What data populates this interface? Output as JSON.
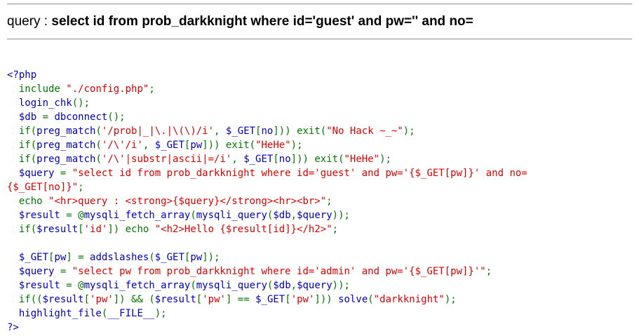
{
  "query": {
    "prefix": "query : ",
    "sql": "select id from prob_darkknight where id='guest' and pw='' and no="
  },
  "source": {
    "lines": [
      [
        {
          "t": "<?php",
          "c": "def"
        }
      ],
      [
        {
          "t": "  include ",
          "c": "kw"
        },
        {
          "t": "\"./config.php\"",
          "c": "str"
        },
        {
          "t": ";",
          "c": "kw"
        }
      ],
      [
        {
          "t": "  login_chk",
          "c": "def"
        },
        {
          "t": "();",
          "c": "kw"
        }
      ],
      [
        {
          "t": "  $db ",
          "c": "def"
        },
        {
          "t": "= ",
          "c": "kw"
        },
        {
          "t": "dbconnect",
          "c": "def"
        },
        {
          "t": "();",
          "c": "kw"
        }
      ],
      [
        {
          "t": "  if(",
          "c": "kw"
        },
        {
          "t": "preg_match",
          "c": "def"
        },
        {
          "t": "(",
          "c": "kw"
        },
        {
          "t": "'/prob|_|\\.|\\(\\)/i'",
          "c": "str"
        },
        {
          "t": ", ",
          "c": "kw"
        },
        {
          "t": "$_GET",
          "c": "def"
        },
        {
          "t": "[",
          "c": "kw"
        },
        {
          "t": "no",
          "c": "def"
        },
        {
          "t": "])) exit(",
          "c": "kw"
        },
        {
          "t": "\"No Hack ~_~\"",
          "c": "str"
        },
        {
          "t": ");",
          "c": "kw"
        }
      ],
      [
        {
          "t": "  if(",
          "c": "kw"
        },
        {
          "t": "preg_match",
          "c": "def"
        },
        {
          "t": "(",
          "c": "kw"
        },
        {
          "t": "'/\\'/i'",
          "c": "str"
        },
        {
          "t": ", ",
          "c": "kw"
        },
        {
          "t": "$_GET",
          "c": "def"
        },
        {
          "t": "[",
          "c": "kw"
        },
        {
          "t": "pw",
          "c": "def"
        },
        {
          "t": "])) exit(",
          "c": "kw"
        },
        {
          "t": "\"HeHe\"",
          "c": "str"
        },
        {
          "t": ");",
          "c": "kw"
        }
      ],
      [
        {
          "t": "  if(",
          "c": "kw"
        },
        {
          "t": "preg_match",
          "c": "def"
        },
        {
          "t": "(",
          "c": "kw"
        },
        {
          "t": "'/\\'|substr|ascii|=/i'",
          "c": "str"
        },
        {
          "t": ", ",
          "c": "kw"
        },
        {
          "t": "$_GET",
          "c": "def"
        },
        {
          "t": "[",
          "c": "kw"
        },
        {
          "t": "no",
          "c": "def"
        },
        {
          "t": "])) exit(",
          "c": "kw"
        },
        {
          "t": "\"HeHe\"",
          "c": "str"
        },
        {
          "t": ");",
          "c": "kw"
        }
      ],
      [
        {
          "t": "  $query ",
          "c": "def"
        },
        {
          "t": "= ",
          "c": "kw"
        },
        {
          "t": "\"select id from prob_darkknight where id='guest' and pw='{$_GET[pw]}' and no=",
          "c": "str"
        }
      ],
      [
        {
          "t": "{$_GET[no]}\"",
          "c": "str"
        },
        {
          "t": ";",
          "c": "kw"
        }
      ],
      [
        {
          "t": "  echo ",
          "c": "kw"
        },
        {
          "t": "\"<hr>query : <strong>{$query}</strong><hr><br>\"",
          "c": "str"
        },
        {
          "t": ";",
          "c": "kw"
        }
      ],
      [
        {
          "t": "  $result ",
          "c": "def"
        },
        {
          "t": "= @",
          "c": "kw"
        },
        {
          "t": "mysqli_fetch_array",
          "c": "def"
        },
        {
          "t": "(",
          "c": "kw"
        },
        {
          "t": "mysqli_query",
          "c": "def"
        },
        {
          "t": "(",
          "c": "kw"
        },
        {
          "t": "$db",
          "c": "def"
        },
        {
          "t": ",",
          "c": "kw"
        },
        {
          "t": "$query",
          "c": "def"
        },
        {
          "t": "));",
          "c": "kw"
        }
      ],
      [
        {
          "t": "  if(",
          "c": "kw"
        },
        {
          "t": "$result",
          "c": "def"
        },
        {
          "t": "[",
          "c": "kw"
        },
        {
          "t": "'id'",
          "c": "str"
        },
        {
          "t": "]) echo ",
          "c": "kw"
        },
        {
          "t": "\"<h2>Hello {$result[id]}</h2>\"",
          "c": "str"
        },
        {
          "t": ";",
          "c": "kw"
        }
      ],
      [
        {
          "t": " ",
          "c": "html"
        }
      ],
      [
        {
          "t": "  $_GET",
          "c": "def"
        },
        {
          "t": "[",
          "c": "kw"
        },
        {
          "t": "pw",
          "c": "def"
        },
        {
          "t": "] = ",
          "c": "kw"
        },
        {
          "t": "addslashes",
          "c": "def"
        },
        {
          "t": "(",
          "c": "kw"
        },
        {
          "t": "$_GET",
          "c": "def"
        },
        {
          "t": "[",
          "c": "kw"
        },
        {
          "t": "pw",
          "c": "def"
        },
        {
          "t": "]);",
          "c": "kw"
        }
      ],
      [
        {
          "t": "  $query ",
          "c": "def"
        },
        {
          "t": "= ",
          "c": "kw"
        },
        {
          "t": "\"select pw from prob_darkknight where id='admin' and pw='{$_GET[pw]}'\"",
          "c": "str"
        },
        {
          "t": ";",
          "c": "kw"
        }
      ],
      [
        {
          "t": "  $result ",
          "c": "def"
        },
        {
          "t": "= @",
          "c": "kw"
        },
        {
          "t": "mysqli_fetch_array",
          "c": "def"
        },
        {
          "t": "(",
          "c": "kw"
        },
        {
          "t": "mysqli_query",
          "c": "def"
        },
        {
          "t": "(",
          "c": "kw"
        },
        {
          "t": "$db",
          "c": "def"
        },
        {
          "t": ",",
          "c": "kw"
        },
        {
          "t": "$query",
          "c": "def"
        },
        {
          "t": "));",
          "c": "kw"
        }
      ],
      [
        {
          "t": "  if((",
          "c": "kw"
        },
        {
          "t": "$result",
          "c": "def"
        },
        {
          "t": "[",
          "c": "kw"
        },
        {
          "t": "'pw'",
          "c": "str"
        },
        {
          "t": "]) && (",
          "c": "kw"
        },
        {
          "t": "$result",
          "c": "def"
        },
        {
          "t": "[",
          "c": "kw"
        },
        {
          "t": "'pw'",
          "c": "str"
        },
        {
          "t": "] == ",
          "c": "kw"
        },
        {
          "t": "$_GET",
          "c": "def"
        },
        {
          "t": "[",
          "c": "kw"
        },
        {
          "t": "'pw'",
          "c": "str"
        },
        {
          "t": "])) ",
          "c": "kw"
        },
        {
          "t": "solve",
          "c": "def"
        },
        {
          "t": "(",
          "c": "kw"
        },
        {
          "t": "\"darkknight\"",
          "c": "str"
        },
        {
          "t": ");",
          "c": "kw"
        }
      ],
      [
        {
          "t": "  highlight_file",
          "c": "def"
        },
        {
          "t": "(",
          "c": "kw"
        },
        {
          "t": "__FILE__",
          "c": "def"
        },
        {
          "t": ");",
          "c": "kw"
        }
      ],
      [
        {
          "t": "?>",
          "c": "def"
        }
      ]
    ]
  },
  "colors": {
    "default": "#0000bb",
    "keyword": "#007700",
    "string": "#dd0000",
    "html": "#000000"
  }
}
